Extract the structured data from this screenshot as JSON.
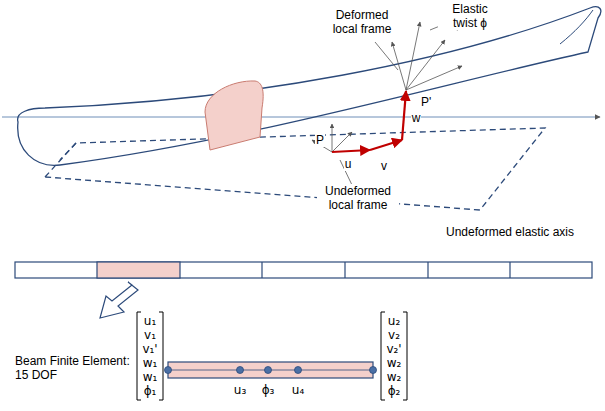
{
  "diagram": {
    "labels": [
      "Elastic twist ϕ",
      "Deformed local frame",
      "P'",
      "P",
      "u",
      "v",
      "w",
      "Undeformed local frame",
      "Undeformed elastic axis",
      "Beam Finite Element: 15 DOF",
      "u₁",
      "v₁",
      "v₁'",
      "w₁",
      "w₁",
      "ϕ₁",
      "u₃",
      "ϕ₃",
      "u₄",
      "u₂",
      "v₂",
      "v₂'",
      "w₂",
      "w₂",
      "ϕ₂"
    ]
  }
}
